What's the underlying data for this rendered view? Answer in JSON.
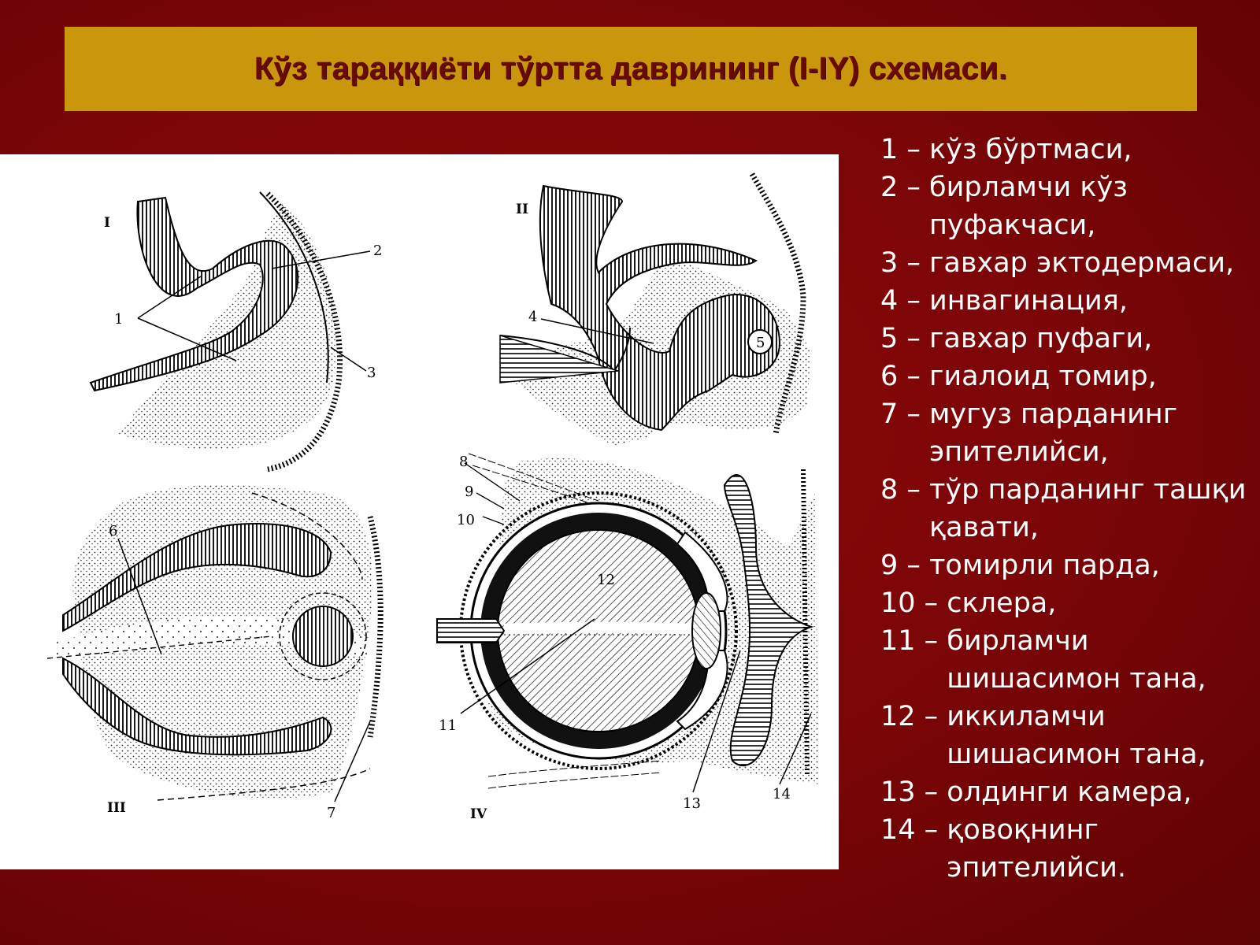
{
  "title": "Кўз тараққиёти тўртта даврининг (I-IY) схемаси.",
  "stages": [
    "I",
    "II",
    "III",
    "IV"
  ],
  "diagram_numbers": [
    "1",
    "2",
    "3",
    "4",
    "5",
    "6",
    "7",
    "8",
    "9",
    "10",
    "11",
    "12",
    "13",
    "14"
  ],
  "legend": [
    {
      "num": "1 – ",
      "label": "кўз  бўртмаси,"
    },
    {
      "num": "2 – ",
      "label": "бирламчи кўз пуфакчаси,"
    },
    {
      "num": "3 – ",
      "label": "гавхар эктодермаси,"
    },
    {
      "num": "4 – ",
      "label": "инвагинация,"
    },
    {
      "num": "5 – ",
      "label": "гавхар пуфаги,"
    },
    {
      "num": "6 – ",
      "label": "гиалоид томир,"
    },
    {
      "num": "7 – ",
      "label": "мугуз парданинг эпителийси,"
    },
    {
      "num": "8 – ",
      "label": "тўр парданинг ташқи қавати,"
    },
    {
      "num": "9 – ",
      "label": "томирли парда,"
    },
    {
      "num": "10 – ",
      "label": "склера,"
    },
    {
      "num": "11 – ",
      "label": "бирламчи шишасимон тана,"
    },
    {
      "num": "12 – ",
      "label": "иккиламчи шишасимон тана,"
    },
    {
      "num": "13 – ",
      "label": "олдинги камера,"
    },
    {
      "num": "14 – ",
      "label": "қовоқнинг эпителийси."
    }
  ],
  "colors": {
    "background": "#7a0507",
    "title_bar": "#c9960c",
    "title_text": "#6a0a05",
    "legend_text": "#ffffff",
    "panel": "#ffffff"
  }
}
